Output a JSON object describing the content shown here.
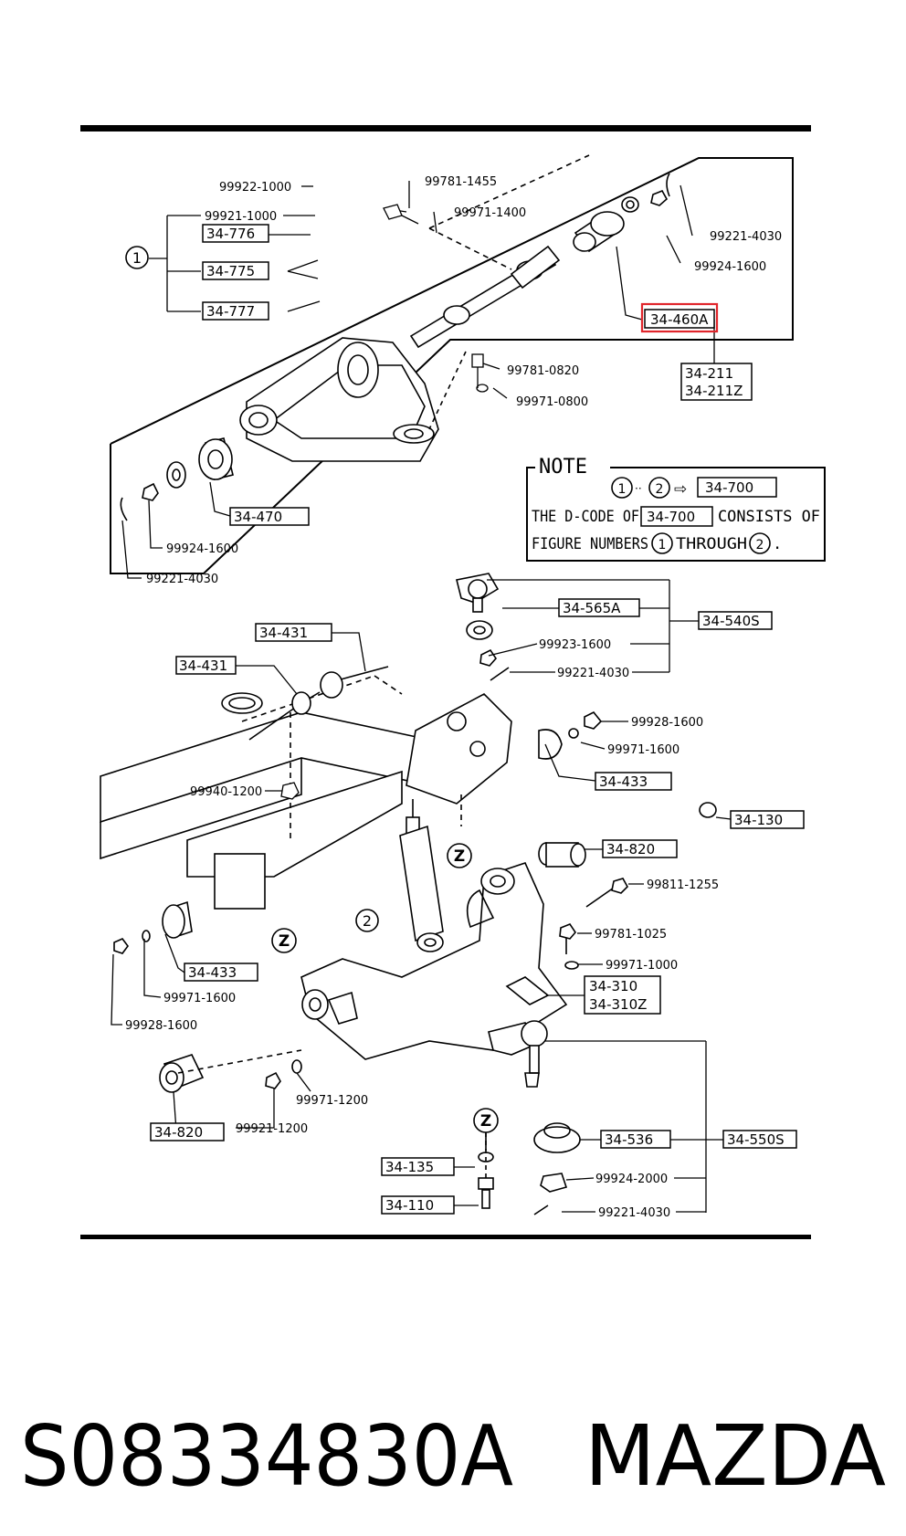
{
  "caption": {
    "part_number": "S08334830A",
    "brand": "MAZDA"
  },
  "highlight_color": "#e0252b",
  "circle_labels": {
    "one": "1",
    "two": "2",
    "z": "Z"
  },
  "parts": {
    "p99922_1000": "99922-1000",
    "p99921_1000": "99921-1000",
    "p34_776": "34-776",
    "p34_775": "34-775",
    "p34_777": "34-777",
    "p99781_1455": "99781-1455",
    "p99971_1400": "99971-1400",
    "p99221_4030_a": "99221-4030",
    "p99924_1600_a": "99924-1600",
    "p34_460A": "34-460A",
    "p34_211": "34-211",
    "p34_211Z": "34-211Z",
    "p99781_0820": "99781-0820",
    "p99971_0800": "99971-0800",
    "p34_470": "34-470",
    "p99924_1600_b": "99924-1600",
    "p99221_4030_b": "99221-4030",
    "p34_565A": "34-565A",
    "p34_540S": "34-540S",
    "p99923_1600": "99923-1600",
    "p99221_4030_c": "99221-4030",
    "p34_431_a": "34-431",
    "p34_431_b": "34-431",
    "p99928_1600_a": "99928-1600",
    "p99971_1600_a": "99971-1600",
    "p34_433_a": "34-433",
    "p99940_1200": "99940-1200",
    "p34_130": "34-130",
    "p34_820_a": "34-820",
    "p99811_1255": "99811-1255",
    "p99781_1025": "99781-1025",
    "p99971_1000": "99971-1000",
    "p34_433_b": "34-433",
    "p99971_1600_b": "99971-1600",
    "p99928_1600_b": "99928-1600",
    "p34_310": "34-310",
    "p34_310Z": "34-310Z",
    "p34_820_b": "34-820",
    "p99921_1200": "99921-1200",
    "p99971_1200": "99971-1200",
    "p34_536": "34-536",
    "p34_550S": "34-550S",
    "p34_135": "34-135",
    "p99924_2000": "99924-2000",
    "p34_110": "34-110",
    "p99221_4030_d": "99221-4030"
  },
  "note": {
    "title": "NOTE",
    "arrow": "⇨",
    "target": "34-700",
    "line1_prefix": "THE D-CODE OF",
    "line1_code": "34-700",
    "line1_suffix": "CONSISTS OF",
    "line2_prefix": "FIGURE NUMBERS",
    "line2_mid": "THROUGH",
    "line2_end": "."
  }
}
